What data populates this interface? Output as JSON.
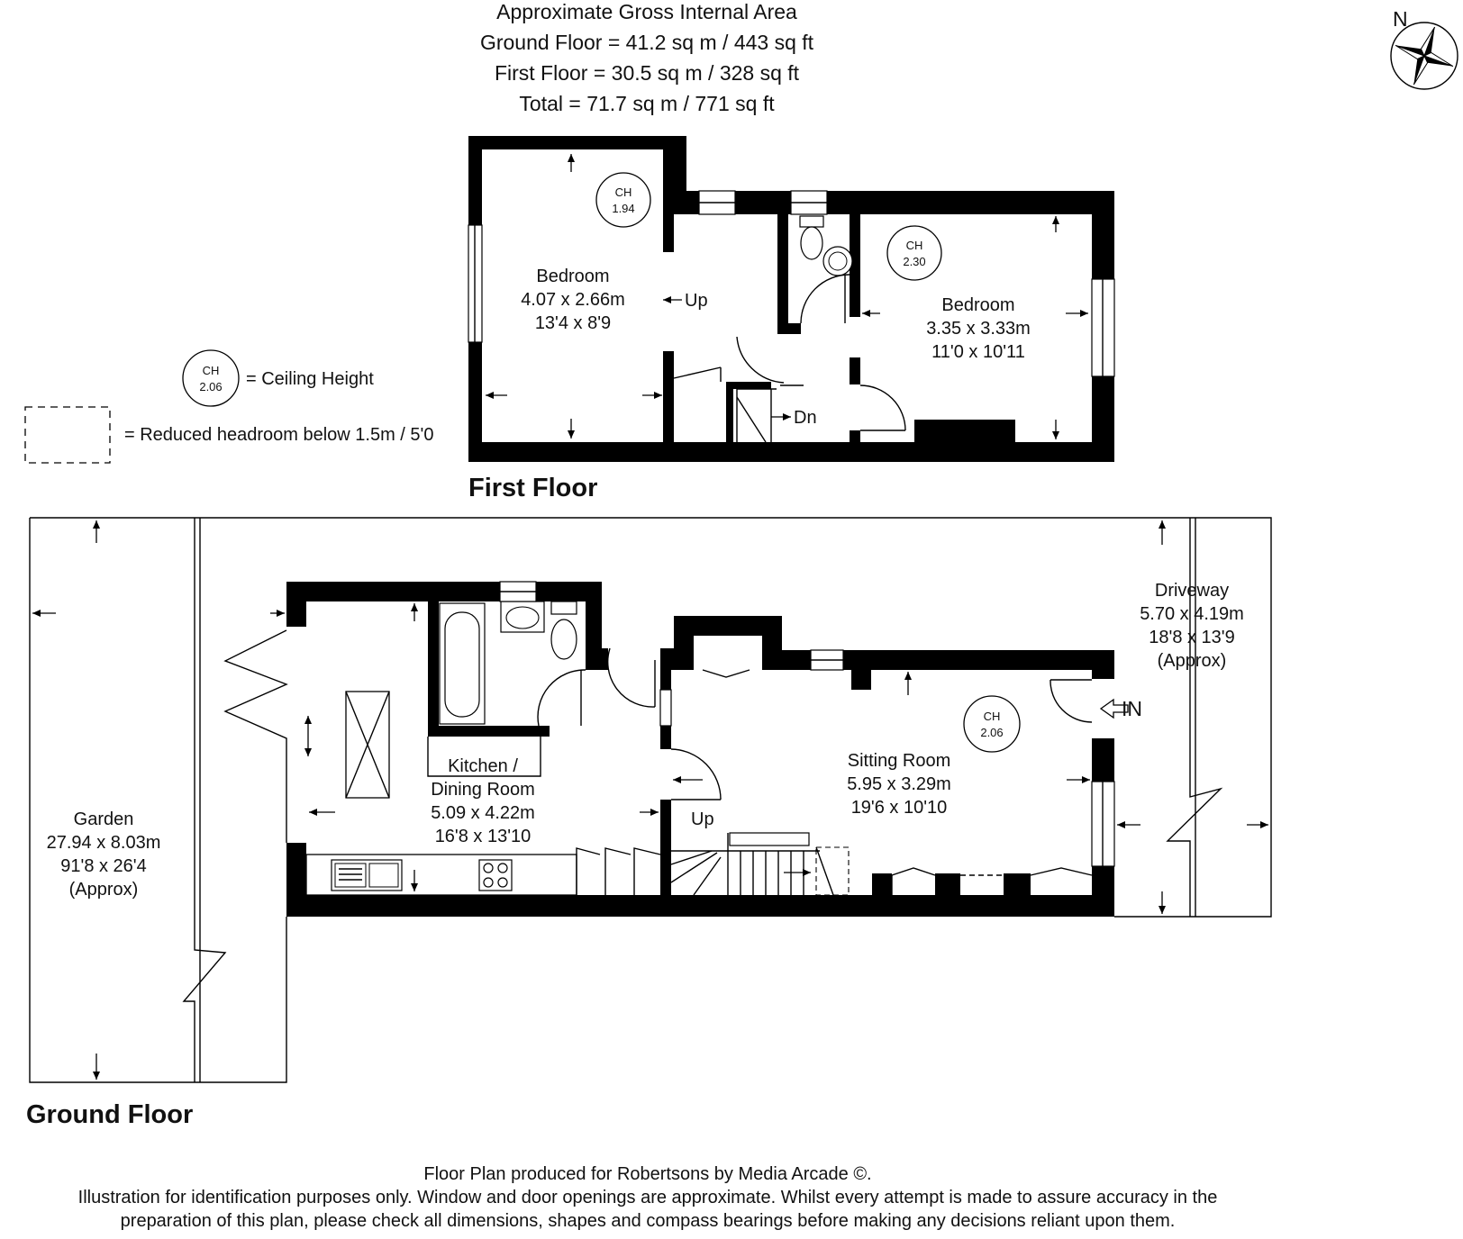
{
  "area": {
    "title": "Approximate Gross Internal Area",
    "ground": "Ground Floor = 41.2 sq m / 443 sq ft",
    "first": "First Floor = 30.5 sq m / 328 sq ft",
    "total": "Total = 71.7 sq m / 771 sq ft"
  },
  "compass": {
    "label": "N"
  },
  "legend": {
    "ch_abbr": "CH",
    "ch_value": "2.06",
    "ch_text": "= Ceiling Height",
    "reduced_text": "= Reduced headroom below 1.5m / 5'0"
  },
  "first_floor": {
    "title": "First Floor",
    "bedroom1": {
      "name": "Bedroom",
      "metric": "4.07 x 2.66m",
      "imperial": "13'4 x 8'9",
      "ch": "1.94"
    },
    "bedroom2": {
      "name": "Bedroom",
      "metric": "3.35 x 3.33m",
      "imperial": "11'0 x 10'11",
      "ch": "2.30"
    },
    "stairs_up": "Up",
    "stairs_down": "Dn"
  },
  "ground_floor": {
    "title": "Ground Floor",
    "garden": {
      "name": "Garden",
      "metric": "27.94 x 8.03m",
      "imperial": "91'8 x 26'4",
      "note": "(Approx)"
    },
    "kitchen": {
      "name1": "Kitchen /",
      "name2": "Dining Room",
      "metric": "5.09 x 4.22m",
      "imperial": "16'8 x 13'10"
    },
    "sitting": {
      "name": "Sitting Room",
      "metric": "5.95 x 3.29m",
      "imperial": "19'6 x 10'10",
      "ch": "2.06"
    },
    "driveway": {
      "name": "Driveway",
      "metric": "5.70 x 4.19m",
      "imperial": "18'8 x 13'9",
      "note": "(Approx)"
    },
    "entrance": "IN",
    "stairs_up": "Up"
  },
  "footer": {
    "line1": "Floor Plan produced for Robertsons by Media Arcade ©.",
    "line2": "Illustration for identification purposes only. Window and door openings are approximate. Whilst every attempt is made to assure accuracy in the",
    "line3": "preparation of this plan, please check all dimensions, shapes and compass bearings before making any decisions reliant upon them."
  }
}
